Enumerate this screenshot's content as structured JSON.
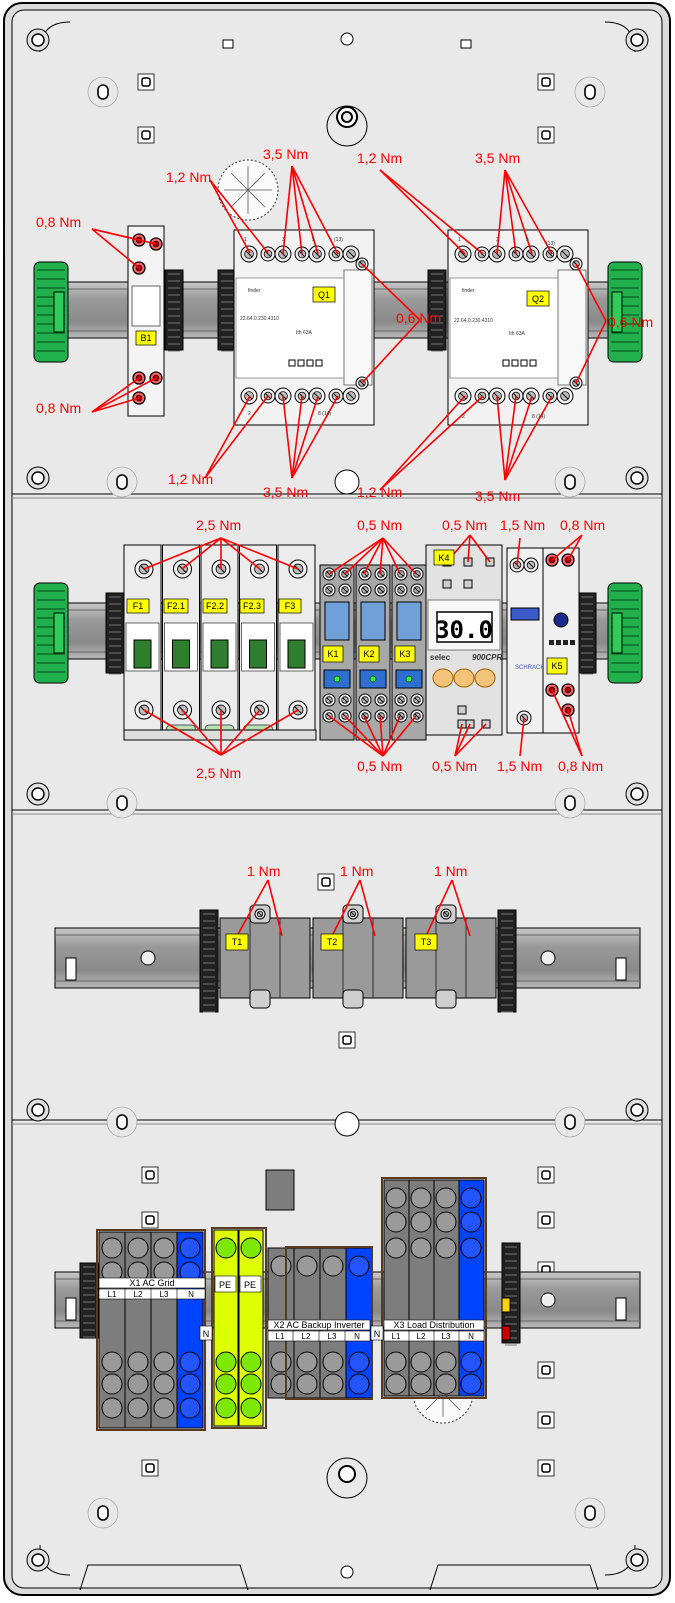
{
  "torque_labels": {
    "sec1": {
      "b1_top": "0,8 Nm",
      "b1_bottom": "0,8 Nm",
      "q1_top_small": "1,2 Nm",
      "q1_top_large": "3,5 Nm",
      "q2_top_small": "1,2 Nm",
      "q2_top_large": "3,5 Nm",
      "q1_aux": "0,6 Nm",
      "q2_aux": "0,6 Nm",
      "q1_bot_small": "1,2 Nm",
      "q1_bot_large": "3,5 Nm",
      "q2_bot_small": "1,2 Nm",
      "q2_bot_large": "3,5 Nm"
    },
    "sec2": {
      "f_top": "2,5 Nm",
      "k_top": "0,5 Nm",
      "k4_top": "0,5 Nm",
      "sch_top": "1,5 Nm",
      "k5_top": "0,8 Nm",
      "f_bot": "2,5 Nm",
      "k_bot": "0,5 Nm",
      "k4_bot": "0,5 Nm",
      "sch_bot": "1,5 Nm",
      "k5_bot": "0,8 Nm"
    },
    "sec3": {
      "t1": "1 Nm",
      "t2": "1 Nm",
      "t3": "1 Nm"
    }
  },
  "devices": {
    "b1": "B1",
    "q1": "Q1",
    "q2": "Q2",
    "f1": "F1",
    "f21": "F2.1",
    "f22": "F2.2",
    "f23": "F2.3",
    "f3": "F3",
    "k1": "K1",
    "k2": "K2",
    "k3": "K3",
    "k4": "K4",
    "k5": "K5",
    "t1": "T1",
    "t2": "T2",
    "t3": "T3"
  },
  "contactor_text": {
    "brand": "finder",
    "rating": "22.64.0.230.4310",
    "current": "Ith 63A",
    "t_l1": "1",
    "t_l3": "3",
    "t_l5": "5",
    "t_13": "(13)",
    "b_2": "2",
    "b_14": "8 (14)"
  },
  "timer": {
    "display": "30.0",
    "brand": "selec",
    "model": "900CPR"
  },
  "schrack": {
    "brand": "SCHRACK"
  },
  "terminals": {
    "x1_title": "X1 AC Grid",
    "x1_cols": [
      "L1",
      "L2",
      "L3",
      "N"
    ],
    "pe1": "PE",
    "pe2": "PE",
    "n_mid": "N",
    "x2_title": "X2 AC Backup Inverter",
    "x2_cols": [
      "L1",
      "L2",
      "L3",
      "N"
    ],
    "n_mid2": "N",
    "x3_title": "X3 Load Distribution",
    "x3_cols": [
      "L1",
      "L2",
      "L3",
      "N"
    ]
  },
  "colors": {
    "torque": "#ff0000",
    "label_bg": "#ffff00",
    "din_rail": "#9a9a9a",
    "end_clamp_green": "#21b04b",
    "neutral_blue": "#0044ff",
    "pe_green": "#7de800",
    "pe_yellow": "#ddff00",
    "terminal_grey": "#7d7d7d",
    "enclosure": "#e8e8e8"
  }
}
